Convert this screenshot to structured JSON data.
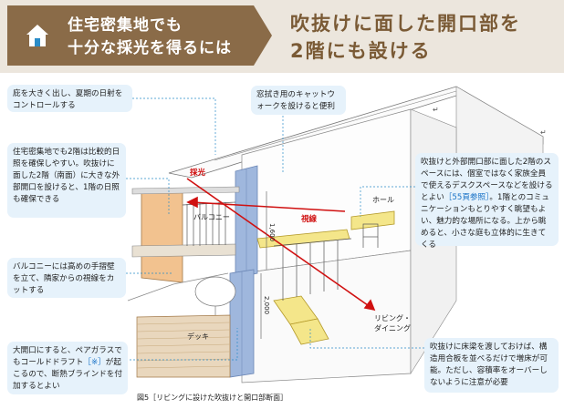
{
  "header": {
    "left_line1": "住宅密集地でも",
    "left_line2": "十分な採光を得るには",
    "right_line1": "吹抜けに面した開口部を",
    "right_line2": "2階にも設ける",
    "icon": "house-icon"
  },
  "notes": {
    "eaves": "庇を大きく出し、夏期の日射をコントロールする",
    "catwalk": "窓拭き用のキャットウォークを設けると便利",
    "upper_light_1": "住宅密集地でも2階は比較的日照を確保しやすい。吹抜けに面した2階（南面）に大きな外部開口を設けると、1階の日照も確保できる",
    "balcony_rail": "バルコニーには高めの手摺壁を立て、隣家からの視線をカットする",
    "large_opening_pre": "大開口にすると、ペアガラスでもコールドドラフト",
    "large_opening_ref": "［※］",
    "large_opening_post": "が起こるので、断熱ブラインドを付加するとよい",
    "upper_space_pre": "吹抜けと外部開口部に面した2階のスペースには、個室ではなく家族全員で使えるデスクスペースなどを設けるとよい",
    "upper_space_ref": "［55頁参照］",
    "upper_space_post": "。1階とのコミュニケーションもとりやすく眺望もよい、魅力的な場所になる。上から眺めると、小さな庭も立体的に生きてくる",
    "floor_grating": "吹抜けに床梁を渡しておけば、構造用合板を並べるだけで増床が可能。ただし、容積率をオーバーしないように注意が必要"
  },
  "labels": {
    "light": "採光",
    "sight": "視線",
    "balcony": "バルコニー",
    "hall": "ホール",
    "deck": "デッキ",
    "living": "リビング・",
    "dining": "ダイニング",
    "dim_upper": "1,600",
    "dim_lower": "2,000",
    "return_mark": "↵"
  },
  "caption": "図5［リビングに設けた吹抜けと開口部断面］",
  "colors": {
    "header_brown": "#8a6b48",
    "header_bg": "#ece6dd",
    "note_bg": "#e6f2fb",
    "window_blue": "#9fb7dd",
    "wall_orange": "#f2c28f",
    "accent_red": "#d01010",
    "dash_blue": "#2a8cc8",
    "floor_yellow": "#f4e68a"
  }
}
